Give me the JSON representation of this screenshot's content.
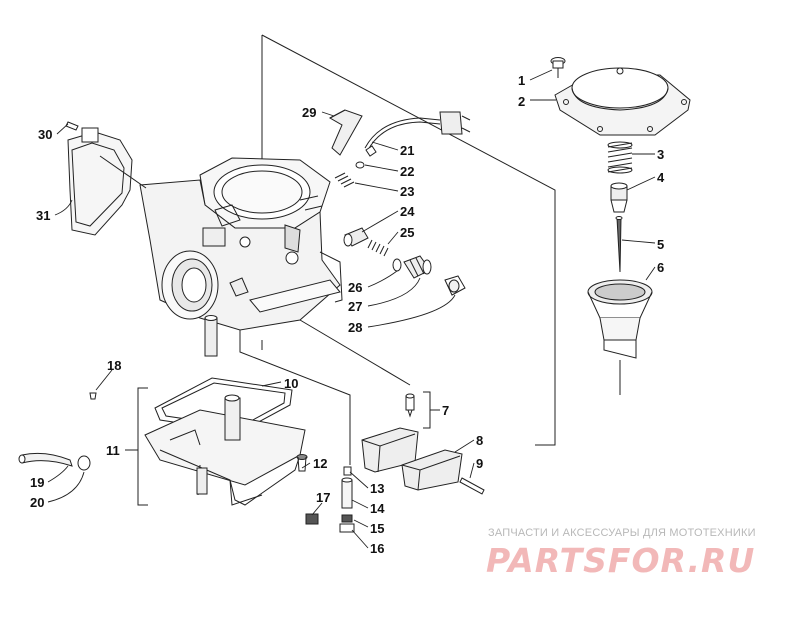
{
  "diagram": {
    "callouts": [
      {
        "id": "1",
        "label": "1"
      },
      {
        "id": "2",
        "label": "2"
      },
      {
        "id": "3",
        "label": "3"
      },
      {
        "id": "4",
        "label": "4"
      },
      {
        "id": "5",
        "label": "5"
      },
      {
        "id": "6",
        "label": "6"
      },
      {
        "id": "7",
        "label": "7"
      },
      {
        "id": "8",
        "label": "8"
      },
      {
        "id": "9",
        "label": "9"
      },
      {
        "id": "10",
        "label": "10"
      },
      {
        "id": "11",
        "label": "11"
      },
      {
        "id": "12",
        "label": "12"
      },
      {
        "id": "13",
        "label": "13"
      },
      {
        "id": "14",
        "label": "14"
      },
      {
        "id": "15",
        "label": "15"
      },
      {
        "id": "16",
        "label": "16"
      },
      {
        "id": "17",
        "label": "17"
      },
      {
        "id": "18",
        "label": "18"
      },
      {
        "id": "19",
        "label": "19"
      },
      {
        "id": "20",
        "label": "20"
      },
      {
        "id": "21",
        "label": "21"
      },
      {
        "id": "22",
        "label": "22"
      },
      {
        "id": "23",
        "label": "23"
      },
      {
        "id": "24",
        "label": "24"
      },
      {
        "id": "25",
        "label": "25"
      },
      {
        "id": "26",
        "label": "26"
      },
      {
        "id": "27",
        "label": "27"
      },
      {
        "id": "28",
        "label": "28"
      },
      {
        "id": "29",
        "label": "29"
      },
      {
        "id": "30",
        "label": "30"
      },
      {
        "id": "31",
        "label": "31"
      }
    ]
  },
  "watermark": {
    "tagline": "ЗАПЧАСТИ И АКСЕССУАРЫ ДЛЯ МОТОТЕХНИКИ",
    "logo": "PARTSFOR.RU",
    "color": "#f2b8b8"
  }
}
